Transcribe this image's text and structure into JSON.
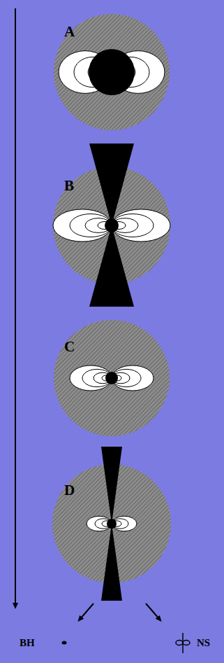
{
  "diagram": {
    "nodes": [
      {
        "text": [
          "A"
        ]
      },
      {
        "text": [
          "B"
        ]
      },
      {
        "text": [
          "C"
        ]
      },
      {
        "text": [
          "D"
        ]
      }
    ],
    "labels": [
      "BH",
      "NS"
    ]
  }
}
